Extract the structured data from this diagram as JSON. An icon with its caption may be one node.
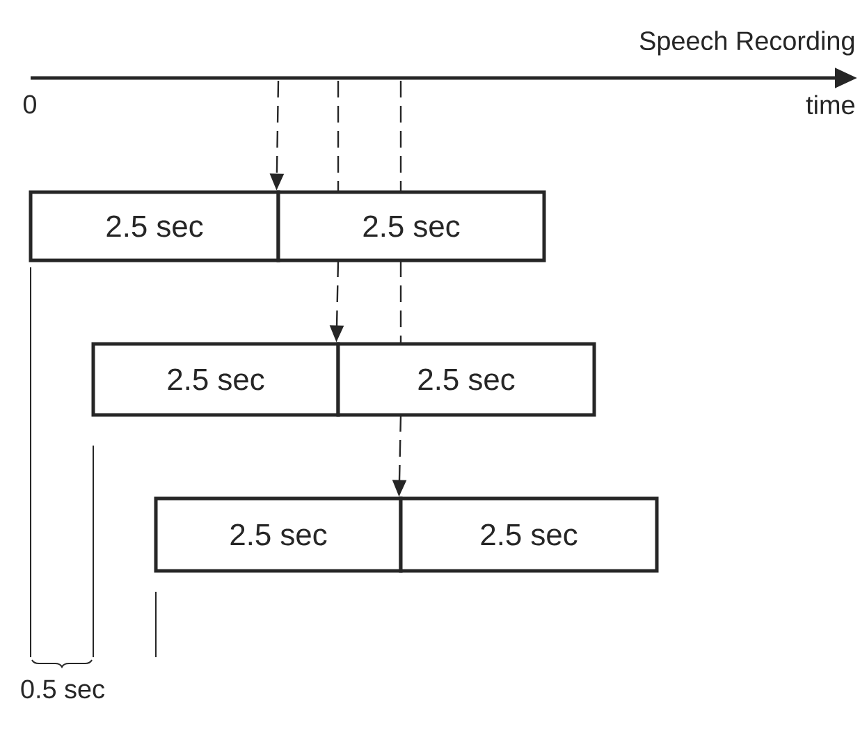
{
  "diagram": {
    "nodes": [
      {
        "text": [
          "2.5 sec"
        ]
      },
      {
        "text": [
          "2.5 sec"
        ]
      },
      {
        "text": [
          "2.5 sec"
        ]
      },
      {
        "text": [
          "2.5 sec"
        ]
      },
      {
        "text": [
          "2.5 sec"
        ]
      },
      {
        "text": [
          "2.5 sec"
        ]
      }
    ],
    "edges": [
      {
        "from": null,
        "to": 1,
        "arrow": "to",
        "style": "dashed"
      },
      {
        "from": null,
        "to": 3,
        "arrow": "to",
        "style": "dashed"
      },
      {
        "from": null,
        "to": 5,
        "arrow": "to",
        "style": "dashed"
      }
    ],
    "labels": [
      "Speech Recording",
      "0",
      "time",
      "0.5 sec"
    ]
  }
}
